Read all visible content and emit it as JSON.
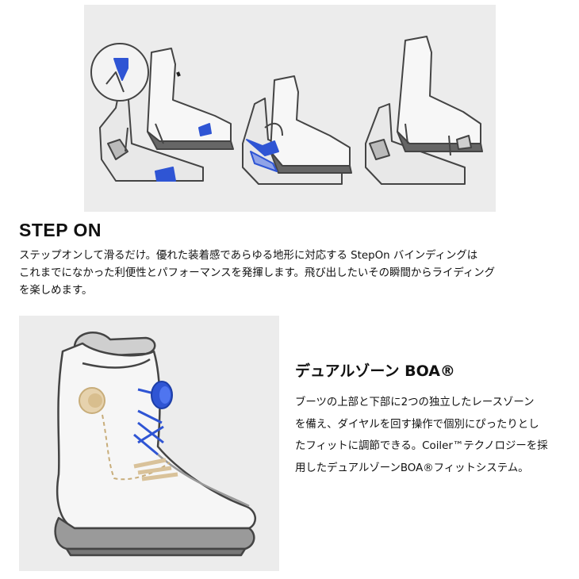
{
  "step_on": {
    "title": "STEP ON",
    "description": "ステップオンして滑るだけ。優れた装着感であらゆる地形に対応する StepOn バインディングは\nこれまでになかった利便性とパフォーマンスを発揮します。飛び出したいその瞬間からライディング\nを楽しめます。"
  },
  "dual_boa": {
    "title": "デュアルゾーン BOA®",
    "description": "ブーツの上部と下部に2つの独立したレースゾーン\nを備え、ダイヤルを回す操作で個別にぴったりとし\nたフィットに調節できる。Coiler™テクノロジーを採\n用したデュアルゾーンBOA®フィットシステム。"
  },
  "colors": {
    "panel_bg": "#ececec",
    "accent_blue": "#2f55d4",
    "lace_tan": "#d9c29a",
    "outline": "#444444"
  }
}
